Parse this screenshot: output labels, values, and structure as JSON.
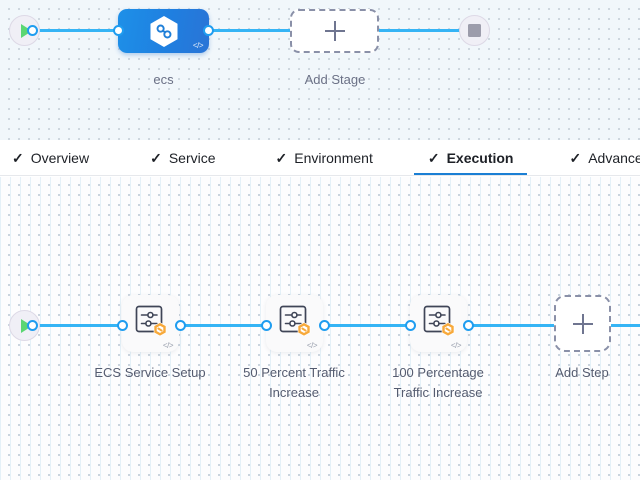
{
  "stage_canvas": {
    "start_node": {
      "icon": "play-icon"
    },
    "end_node": {
      "icon": "stop-icon"
    },
    "stage": {
      "label": "ecs",
      "icon": "harness-hexagon-icon",
      "code_badge": "</>"
    },
    "add_stage": {
      "label": "Add Stage",
      "icon": "plus-icon"
    }
  },
  "tabs": {
    "items": [
      {
        "label": "Overview",
        "check": "✓",
        "active": false
      },
      {
        "label": "Service",
        "check": "✓",
        "active": false
      },
      {
        "label": "Environment",
        "check": "✓",
        "active": false
      },
      {
        "label": "Execution",
        "check": "✓",
        "active": true
      },
      {
        "label": "Advanced",
        "check": "✓",
        "active": false
      }
    ]
  },
  "execution_canvas": {
    "start_node": {
      "icon": "play-icon"
    },
    "steps": [
      {
        "label": "ECS Service Setup",
        "icon": "step-settings-icon",
        "badge": "hexagon-badge-icon",
        "code_badge": "</>"
      },
      {
        "label": "50 Percent Traffic Increase",
        "icon": "step-settings-icon",
        "badge": "hexagon-badge-icon",
        "code_badge": "</>"
      },
      {
        "label": "100 Percentage Traffic Increase",
        "icon": "step-settings-icon",
        "badge": "hexagon-badge-icon",
        "code_badge": "</>"
      }
    ],
    "add_step": {
      "label": "Add Step",
      "icon": "plus-icon"
    }
  },
  "colors": {
    "wire": "#35b4f5",
    "port_border": "#1f9df0",
    "stage_blue": "#1f83e2",
    "active_tab_underline": "#1b7fd4",
    "badge_orange": "#f7a93b",
    "play_green": "#5bd672",
    "stop_grey": "#9c9cab"
  }
}
